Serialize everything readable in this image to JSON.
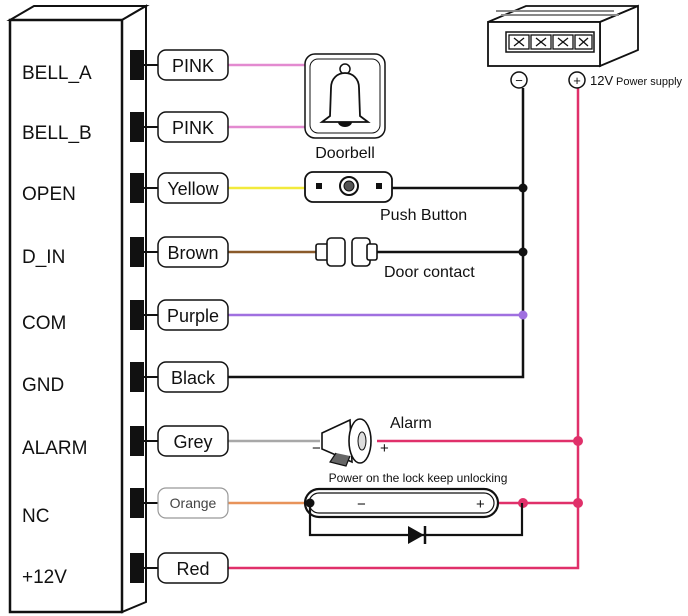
{
  "terminals": [
    {
      "name": "BELL_A",
      "wire": "PINK",
      "color": "#e38ad0"
    },
    {
      "name": "BELL_B",
      "wire": "PINK",
      "color": "#e38ad0"
    },
    {
      "name": "OPEN",
      "wire": "Yellow",
      "color": "#f2ea3c"
    },
    {
      "name": "D_IN",
      "wire": "Brown",
      "color": "#8a5a2a"
    },
    {
      "name": "COM",
      "wire": "Purple",
      "color": "#a070e0"
    },
    {
      "name": "GND",
      "wire": "Black",
      "color": "#111111"
    },
    {
      "name": "ALARM",
      "wire": "Grey",
      "color": "#a8a8a8"
    },
    {
      "name": "NC",
      "wire": "Orange",
      "color": "#e8935a"
    },
    {
      "name": "+12V",
      "wire": "Red",
      "color": "#e0306a"
    }
  ],
  "devices": {
    "doorbell": "Doorbell",
    "push_button": "Push Button",
    "door_contact": "Door contact",
    "alarm": "Alarm",
    "alarm_minus": "−",
    "alarm_plus": "+",
    "lock_note": "Power on the lock keep unlocking",
    "lock_minus": "−",
    "lock_plus": "+"
  },
  "power_supply": {
    "minus_symbol": "−",
    "plus_symbol": "+",
    "voltage": "12V",
    "label": "Power supply"
  },
  "colors": {
    "negative_bus": "#111111",
    "positive_bus": "#e0306a"
  }
}
